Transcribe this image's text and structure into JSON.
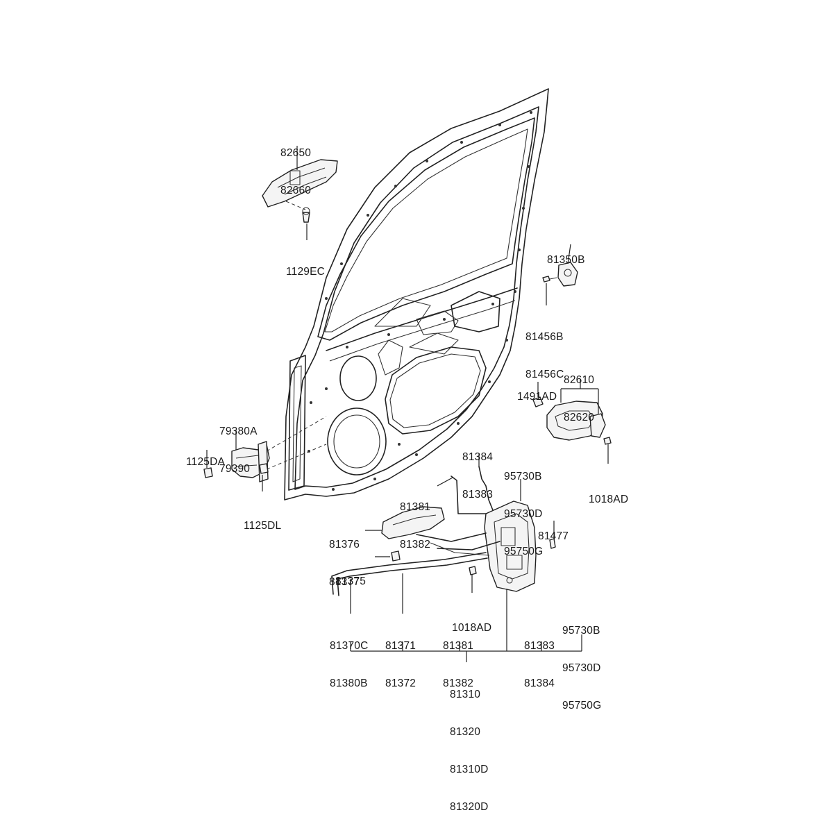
{
  "diagram": {
    "callouts": {
      "outside_handle": [
        "82650",
        "82660"
      ],
      "outside_handle_screw": [
        "1129EC"
      ],
      "striker": [
        "81350B"
      ],
      "striker_screw": [
        "81456B",
        "81456C"
      ],
      "clip": [
        "1491AD"
      ],
      "inside_handle": [
        "82610",
        "82620"
      ],
      "inside_handle_screw": [
        "1018AD"
      ],
      "checker": [
        "79380A",
        "79390"
      ],
      "checker_bolt": [
        "1125DA"
      ],
      "checker_bolt_lower": [
        "1125DL"
      ],
      "rod_upper": [
        "81384",
        "81383"
      ],
      "actuator_upper": [
        "95730B",
        "95730D",
        "95750G"
      ],
      "rod_mid": [
        "81381",
        "81382"
      ],
      "bell_crank": [
        "81376",
        "81377"
      ],
      "bracket_clip": [
        "81375"
      ],
      "pin": [
        "81477"
      ],
      "latch_screw": [
        "1018AD"
      ],
      "cable_left": [
        "81370C",
        "81380B"
      ],
      "cable_mid": [
        "81371",
        "81372"
      ],
      "rod_bottom": [
        "81381",
        "81382"
      ],
      "rod_bottom_right": [
        "81383",
        "81384"
      ],
      "actuator_bottom": [
        "95730B",
        "95730D",
        "95750G"
      ],
      "assembly": [
        "81310",
        "81320",
        "81310D",
        "81320D"
      ]
    }
  }
}
